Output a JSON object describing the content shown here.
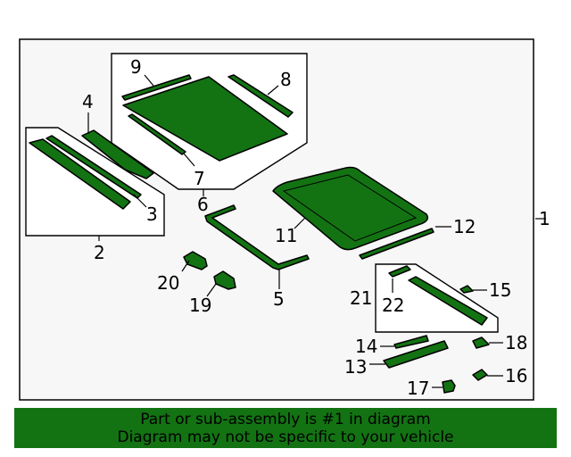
{
  "diagram": {
    "callouts": {
      "c1": "1",
      "c2": "2",
      "c3": "3",
      "c4": "4",
      "c5": "5",
      "c6": "6",
      "c7": "7",
      "c8": "8",
      "c9": "9",
      "c11": "11",
      "c12": "12",
      "c13": "13",
      "c14": "14",
      "c15": "15",
      "c16": "16",
      "c17": "17",
      "c18": "18",
      "c19": "19",
      "c20": "20",
      "c21": "21",
      "c22": "22"
    },
    "colors": {
      "part_fill": "#137313",
      "frame_bg": "#f7f7f7"
    }
  },
  "footer": {
    "line1": "Part or sub-assembly is #1 in diagram",
    "line2": "Diagram may not be specific to your vehicle"
  }
}
